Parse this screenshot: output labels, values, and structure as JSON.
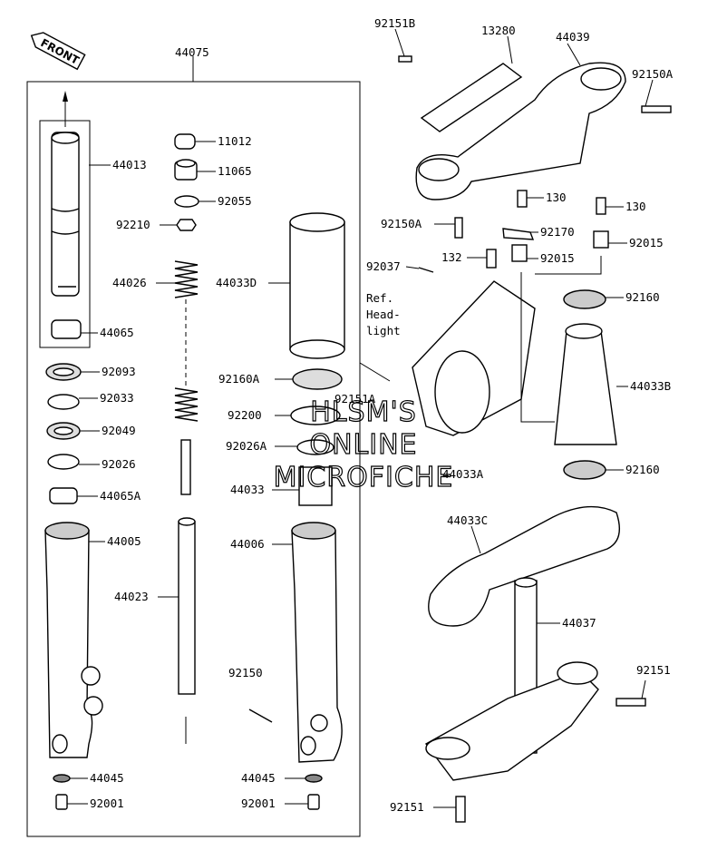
{
  "diagram": {
    "front_label": "FRONT",
    "ref_text": [
      "Ref.",
      "Head-",
      "light"
    ],
    "watermark": [
      "HLSM'S",
      "ONLINE",
      "MICROFICHE"
    ],
    "part_labels": [
      {
        "id": "lbl-44075",
        "text": "44075"
      },
      {
        "id": "lbl-44013",
        "text": "44013"
      },
      {
        "id": "lbl-44065",
        "text": "44065"
      },
      {
        "id": "lbl-11012",
        "text": "11012"
      },
      {
        "id": "lbl-11065",
        "text": "11065"
      },
      {
        "id": "lbl-92055",
        "text": "92055"
      },
      {
        "id": "lbl-92210",
        "text": "92210"
      },
      {
        "id": "lbl-44026",
        "text": "44026"
      },
      {
        "id": "lbl-44033D",
        "text": "44033D"
      },
      {
        "id": "lbl-92093",
        "text": "92093"
      },
      {
        "id": "lbl-92033",
        "text": "92033"
      },
      {
        "id": "lbl-92049",
        "text": "92049"
      },
      {
        "id": "lbl-92026",
        "text": "92026"
      },
      {
        "id": "lbl-44065A",
        "text": "44065A"
      },
      {
        "id": "lbl-92160A",
        "text": "92160A"
      },
      {
        "id": "lbl-92151A",
        "text": "92151A"
      },
      {
        "id": "lbl-92200",
        "text": "92200"
      },
      {
        "id": "lbl-92026A",
        "text": "92026A"
      },
      {
        "id": "lbl-44033",
        "text": "44033"
      },
      {
        "id": "lbl-44005",
        "text": "44005"
      },
      {
        "id": "lbl-44006",
        "text": "44006"
      },
      {
        "id": "lbl-44023",
        "text": "44023"
      },
      {
        "id": "lbl-92150",
        "text": "92150"
      },
      {
        "id": "lbl-44045-l",
        "text": "44045"
      },
      {
        "id": "lbl-92001-l",
        "text": "92001"
      },
      {
        "id": "lbl-44045-r",
        "text": "44045"
      },
      {
        "id": "lbl-92001-r",
        "text": "92001"
      },
      {
        "id": "lbl-92151B",
        "text": "92151B"
      },
      {
        "id": "lbl-13280",
        "text": "13280"
      },
      {
        "id": "lbl-44039",
        "text": "44039"
      },
      {
        "id": "lbl-92150A-r",
        "text": "92150A"
      },
      {
        "id": "lbl-92150A-l",
        "text": "92150A"
      },
      {
        "id": "lbl-130-a",
        "text": "130"
      },
      {
        "id": "lbl-130-b",
        "text": "130"
      },
      {
        "id": "lbl-92170",
        "text": "92170"
      },
      {
        "id": "lbl-92015-a",
        "text": "92015"
      },
      {
        "id": "lbl-92015-b",
        "text": "92015"
      },
      {
        "id": "lbl-132",
        "text": "132"
      },
      {
        "id": "lbl-92037",
        "text": "92037"
      },
      {
        "id": "lbl-92160-a",
        "text": "92160"
      },
      {
        "id": "lbl-44033B",
        "text": "44033B"
      },
      {
        "id": "lbl-44033A",
        "text": "44033A"
      },
      {
        "id": "lbl-92160-b",
        "text": "92160"
      },
      {
        "id": "lbl-44033C",
        "text": "44033C"
      },
      {
        "id": "lbl-44037",
        "text": "44037"
      },
      {
        "id": "lbl-92151-a",
        "text": "92151"
      },
      {
        "id": "lbl-92151-b",
        "text": "92151"
      }
    ]
  }
}
